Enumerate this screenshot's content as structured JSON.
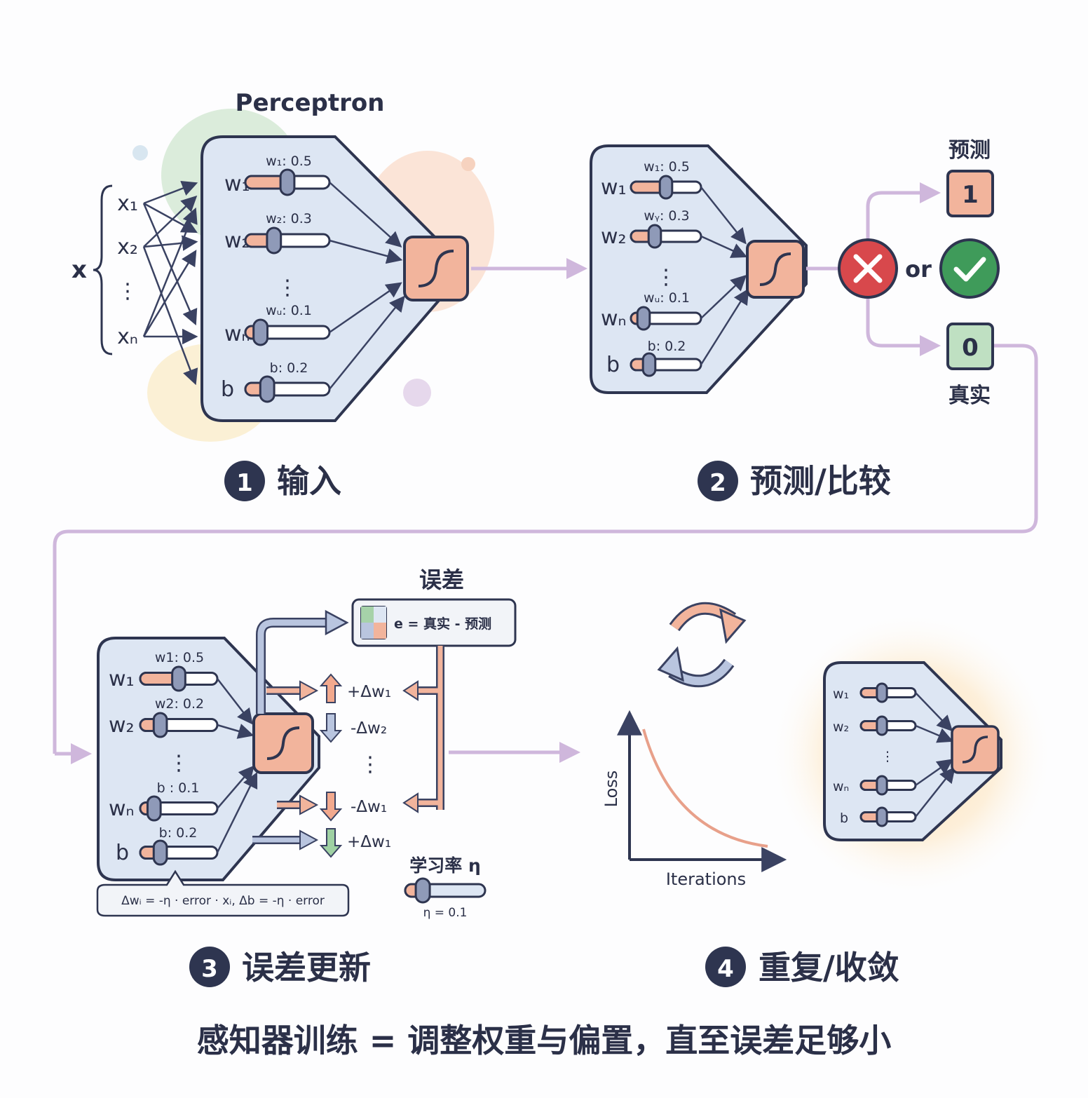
{
  "stage1": {
    "title": "Perceptron",
    "input_group": "x",
    "inputs": [
      "x₁",
      "x₂",
      "⋮",
      "xₙ"
    ],
    "sliders": [
      {
        "name": "w₁",
        "caption": "w₁: 0.5",
        "value": 0.5
      },
      {
        "name": "w₂",
        "caption": "w₂: 0.3",
        "value": 0.3
      },
      {
        "name": "wₙ",
        "caption": "wᵤ: 0.1",
        "value": 0.1
      },
      {
        "name": "b",
        "caption": "b: 0.2",
        "value": 0.2
      }
    ],
    "step_number": "1",
    "step_label": "输入"
  },
  "stage2": {
    "sliders": [
      {
        "name": "w₁",
        "caption": "w₁: 0.5",
        "value": 0.5
      },
      {
        "name": "w₂",
        "caption": "wᵧ: 0.3",
        "value": 0.3
      },
      {
        "name": "wₙ",
        "caption": "wᵤ: 0.1",
        "value": 0.1
      },
      {
        "name": "b",
        "caption": "b: 0.2",
        "value": 0.2
      }
    ],
    "predict_label": "预测",
    "predict_value": "1",
    "or_text": "or",
    "true_value": "0",
    "true_label": "真实",
    "step_number": "2",
    "step_label": "预测/比较"
  },
  "stage3": {
    "sliders": [
      {
        "name": "w₁",
        "caption": "w1: 0.5",
        "value": 0.5
      },
      {
        "name": "w₂",
        "caption": "w2: 0.2",
        "value": 0.2
      },
      {
        "name": "wₙ",
        "caption": "b : 0.1",
        "value": 0.1
      },
      {
        "name": "b",
        "caption": "b: 0.2",
        "value": 0.2
      }
    ],
    "error_title": "误差",
    "error_formula": "e = 真实 - 预测",
    "deltas": [
      "+Δw₁",
      "-Δw₂",
      "-Δw₁",
      "+Δw₁"
    ],
    "update_formula": "Δwᵢ = -η · error · xᵢ,  Δb = -η · error",
    "lr_title": "学习率 η",
    "lr_caption": "η = 0.1",
    "lr_value": 0.1,
    "step_number": "3",
    "step_label": "误差更新"
  },
  "stage4": {
    "ylabel": "Loss",
    "xlabel": "Iterations",
    "sliders": [
      {
        "name": "w₁"
      },
      {
        "name": "w₂"
      },
      {
        "name": "wₙ"
      },
      {
        "name": "b"
      }
    ],
    "step_number": "4",
    "step_label": "重复/收敛"
  },
  "footer": "感知器训练 = 调整权重与偏置，直至误差足够小",
  "colors": {
    "panel_fill": "#dde6f3",
    "panel_stroke": "#2e3550",
    "accent_orange": "#f2b49c",
    "accent_purple": "#cfb7dc",
    "error_red": "#d8484c",
    "ok_green": "#3f9b5a",
    "badge": "#2e3550"
  }
}
